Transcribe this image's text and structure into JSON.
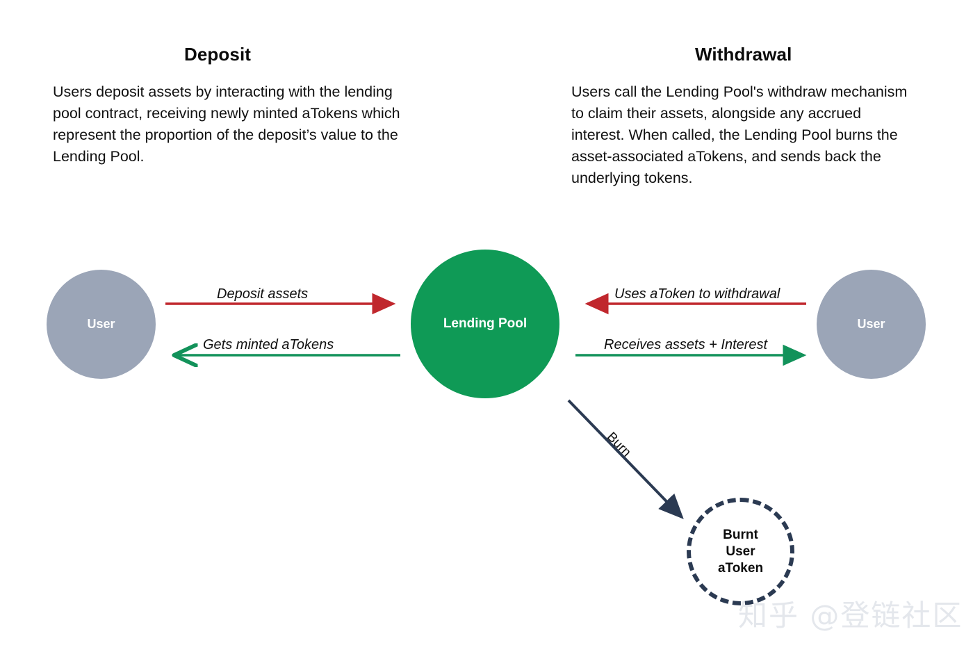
{
  "columns": {
    "deposit": {
      "heading": "Deposit",
      "body": "Users deposit assets by interacting with the lending pool contract, receiving newly minted aTokens which represent the proportion of the deposit’s value to the Lending Pool."
    },
    "withdrawal": {
      "heading": "Withdrawal",
      "body": "Users call the Lending Pool's withdraw mechanism to claim their assets, alongside any accrued interest. When called, the Lending Pool burns the asset-associated aTokens, and sends back the underlying tokens."
    }
  },
  "nodes": {
    "user_left": {
      "label": "User",
      "shape": "circle",
      "fill": "#9ba5b7",
      "text_color": "#ffffff"
    },
    "user_right": {
      "label": "User",
      "shape": "circle",
      "fill": "#9ba5b7",
      "text_color": "#ffffff"
    },
    "lending_pool": {
      "label": "Lending Pool",
      "shape": "circle",
      "fill": "#0f9a56",
      "text_color": "#ffffff"
    },
    "burnt_token": {
      "label_line1": "Burnt",
      "label_line2": "User",
      "label_line3": "aToken",
      "shape": "dashed-circle",
      "stroke": "#2b3a52",
      "text_color": "#0c0c0c"
    }
  },
  "flows": [
    {
      "id": "deposit-assets",
      "label": "Deposit assets",
      "color": "#c0272d",
      "direction": "right"
    },
    {
      "id": "gets-minted",
      "label": "Gets minted aTokens",
      "color": "#12925a",
      "direction": "left"
    },
    {
      "id": "uses-atoken",
      "label": "Uses aToken to withdrawal",
      "color": "#c0272d",
      "direction": "left"
    },
    {
      "id": "receives-assets",
      "label": "Receives assets + Interest",
      "color": "#12925a",
      "direction": "right"
    },
    {
      "id": "burn",
      "label": "Burn",
      "color": "#2b3a52",
      "direction": "diagonal-down-right"
    }
  ],
  "colors": {
    "background": "#ffffff",
    "red": "#c0272d",
    "green": "#12925a",
    "pool_green": "#0f9a56",
    "user_gray": "#9ba5b7",
    "navy": "#2b3a52",
    "text": "#111111",
    "watermark": "#e4e7ec"
  },
  "watermark": {
    "text": "知乎 @登链社区"
  }
}
